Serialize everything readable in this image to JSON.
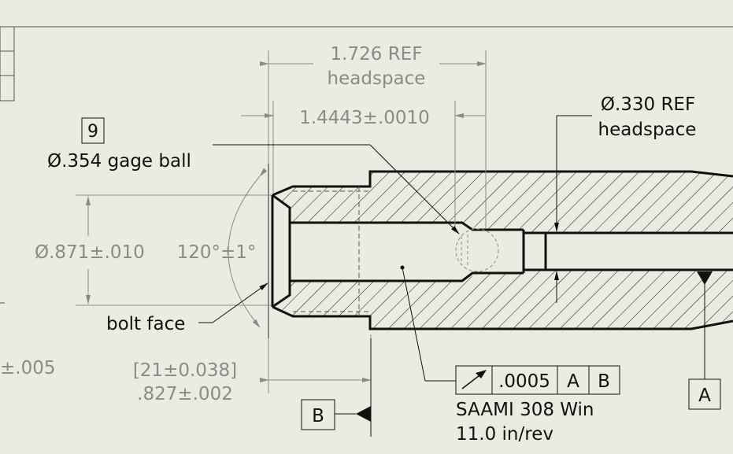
{
  "drawing": {
    "colors": {
      "background": "#ecebe1",
      "geometry": "#000000",
      "dimension": "#8a8a8a"
    },
    "dims": {
      "headspace_ref": {
        "line1": "1.726 REF",
        "line2": "headspace"
      },
      "base_depth": "1.4443±.0010",
      "gage_ball": {
        "balloon": "9",
        "diameter": "Ø.354 gage ball"
      },
      "headspace_dia": {
        "line1": "Ø.330 REF",
        "line2": "headspace"
      },
      "bolt_face_dia": "Ø.871±.010",
      "chamfer_angle": "120°±1°",
      "bolt_face_label": "bolt face",
      "left_tol": "±.005",
      "rim_depth": {
        "line1": "[21±0.038]",
        "line2": ".827±.002"
      }
    },
    "gdt": {
      "symbol": "runout-arrow-icon",
      "tolerance": ".0005",
      "datum1": "A",
      "datum2": "B"
    },
    "datums": {
      "a": "A",
      "b": "B"
    },
    "notes": {
      "line1": "SAAMI 308 Win",
      "line2": "11.0 in/rev"
    }
  }
}
